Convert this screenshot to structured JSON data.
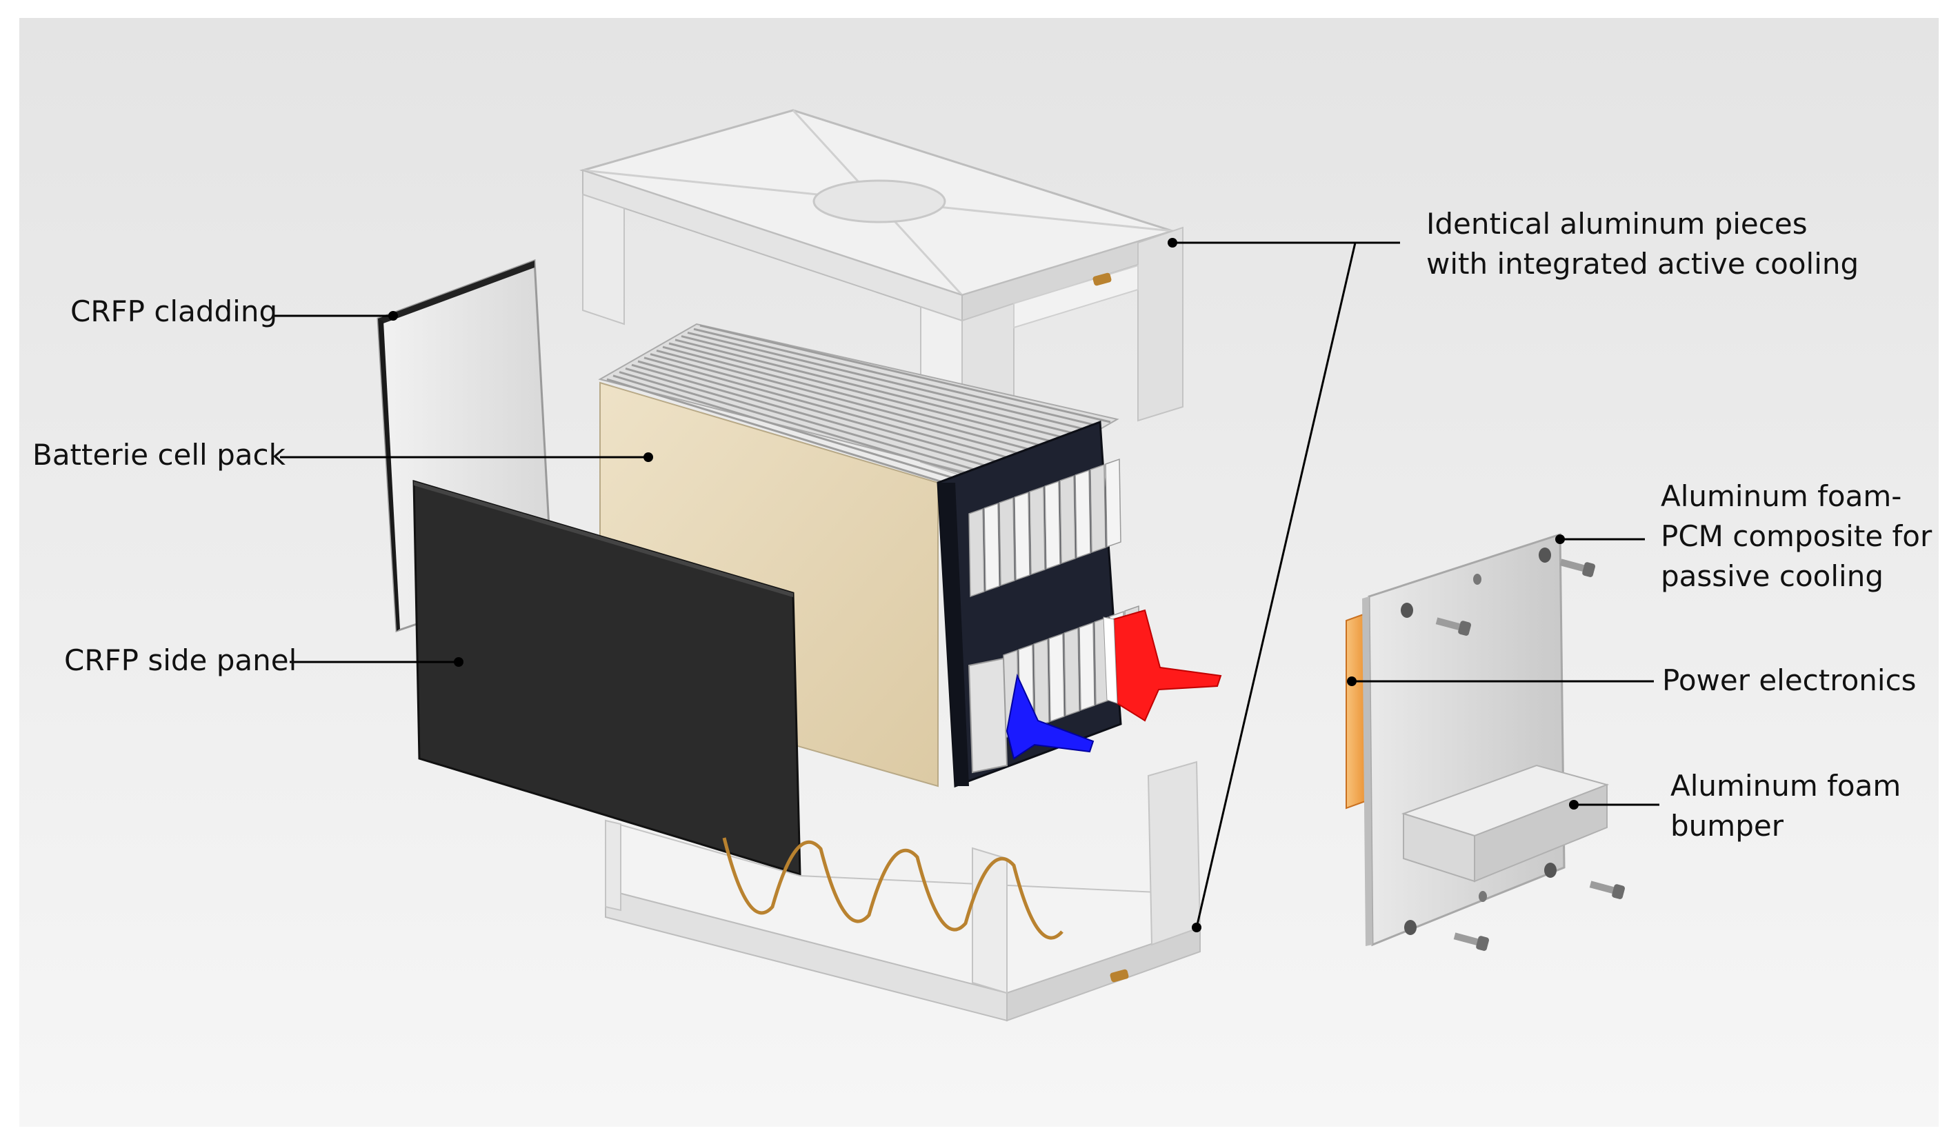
{
  "labels": {
    "crfp_cladding": "CRFP cladding",
    "battery_cell_pack": "Batterie cell pack",
    "crfp_side_panel": "CRFP side panel",
    "aluminum_pieces": [
      "Identical aluminum pieces",
      "with integrated active cooling"
    ],
    "aluminum_foam_pcm": [
      "Aluminum foam-",
      "PCM composite for",
      "passive cooling"
    ],
    "power_electronics": "Power electronics",
    "aluminum_foam_bumper": [
      "Aluminum foam",
      "bumper"
    ]
  },
  "colors": {
    "background_top": "#e4e4e4",
    "background_bottom": "#f6f6f6",
    "aluminum": "#ececec",
    "aluminum_shade": "#cfcfcf",
    "crfp": "#2b2b2b",
    "cell_pack": "#e5d6b6",
    "hot_coolant": "#ff1a1a",
    "cold_coolant": "#1a1aff",
    "power_electronics": "#f5a64a",
    "cooling_pipe": "#b9822f",
    "leader_line": "#000000"
  }
}
